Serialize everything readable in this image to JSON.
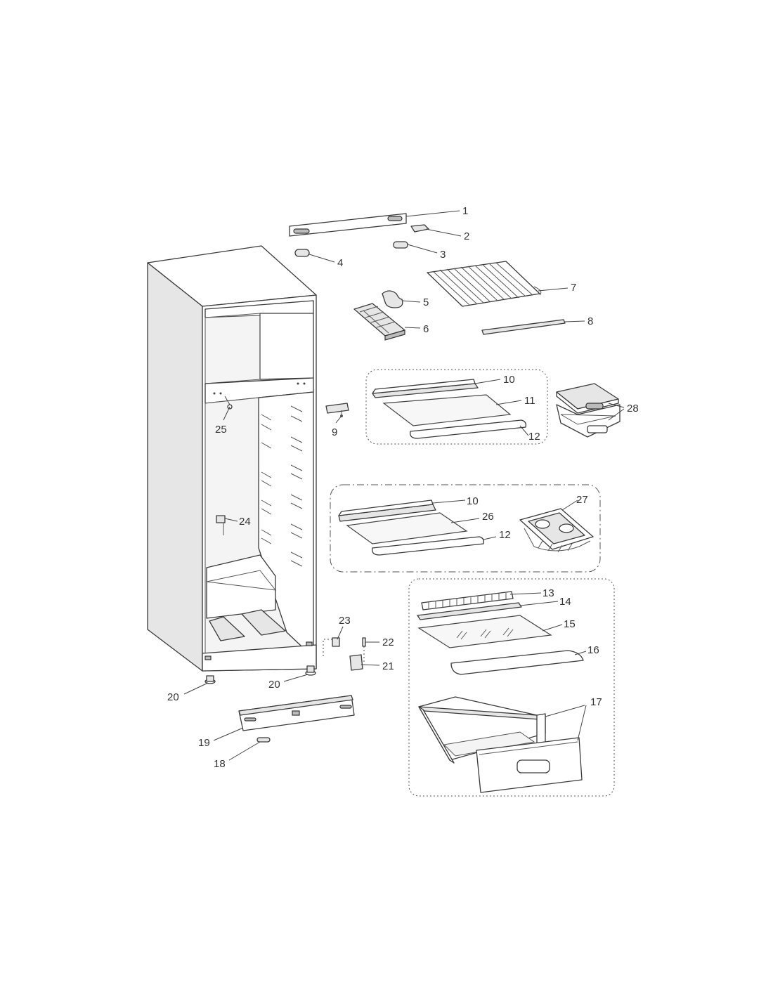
{
  "labels": [
    {
      "id": "1",
      "text": "1"
    },
    {
      "id": "2",
      "text": "2"
    },
    {
      "id": "3",
      "text": "3"
    },
    {
      "id": "4",
      "text": "4"
    },
    {
      "id": "5",
      "text": "5"
    },
    {
      "id": "6",
      "text": "6"
    },
    {
      "id": "7",
      "text": "7"
    },
    {
      "id": "8",
      "text": "8"
    },
    {
      "id": "9",
      "text": "9"
    },
    {
      "id": "10a",
      "text": "10"
    },
    {
      "id": "11",
      "text": "11"
    },
    {
      "id": "12a",
      "text": "12"
    },
    {
      "id": "28",
      "text": "28"
    },
    {
      "id": "25",
      "text": "25"
    },
    {
      "id": "10b",
      "text": "10"
    },
    {
      "id": "26",
      "text": "26"
    },
    {
      "id": "12b",
      "text": "12"
    },
    {
      "id": "27",
      "text": "27"
    },
    {
      "id": "24",
      "text": "24"
    },
    {
      "id": "13",
      "text": "13"
    },
    {
      "id": "14",
      "text": "14"
    },
    {
      "id": "15",
      "text": "15"
    },
    {
      "id": "16",
      "text": "16"
    },
    {
      "id": "17",
      "text": "17"
    },
    {
      "id": "23",
      "text": "23"
    },
    {
      "id": "22",
      "text": "22"
    },
    {
      "id": "21",
      "text": "21"
    },
    {
      "id": "20a",
      "text": "20"
    },
    {
      "id": "20b",
      "text": "20"
    },
    {
      "id": "19",
      "text": "19"
    },
    {
      "id": "18",
      "text": "18"
    }
  ]
}
